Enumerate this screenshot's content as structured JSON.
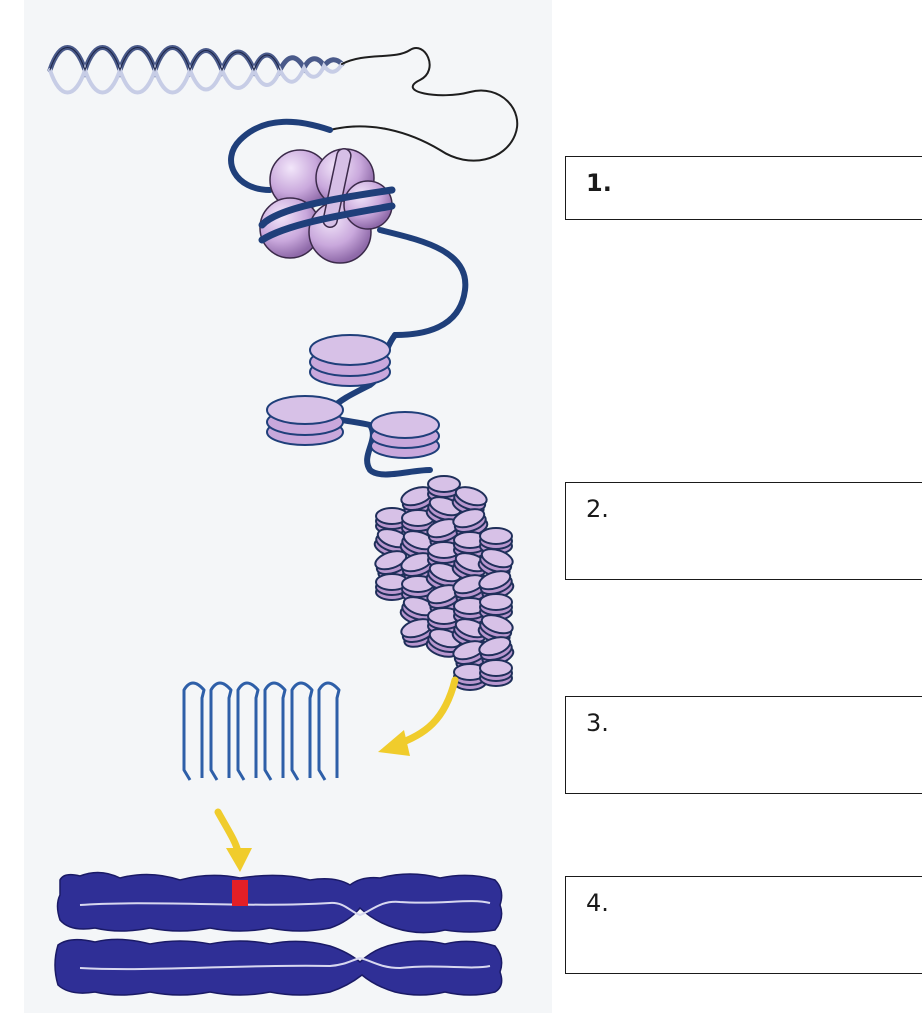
{
  "labels": [
    {
      "id": "1",
      "text": "1."
    },
    {
      "id": "2",
      "text": "2."
    },
    {
      "id": "3",
      "text": "3."
    },
    {
      "id": "4",
      "text": "4."
    }
  ],
  "colors": {
    "dna_strand": "#2a3a6e",
    "histone": "#c9a8dc",
    "histone_shade": "#9d78b8",
    "dna_wrap": "#1f3f7a",
    "chromatin_loop": "#2e5fa8",
    "arrow": "#f0cc2c",
    "chromosome": "#2f2f96",
    "chromosome_core": "#d8d8f0",
    "centromere_band": "#e21f26",
    "panel_background": "#f4f6f8"
  },
  "icons": {
    "arrow": "curved-arrow-icon"
  }
}
